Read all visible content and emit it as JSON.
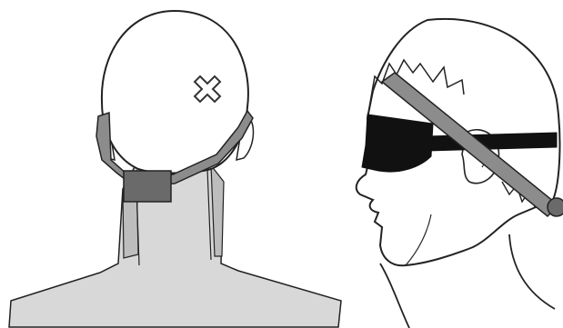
{
  "figure": {
    "panels": [
      {
        "id": "rear-view",
        "subject": "head-back"
      },
      {
        "id": "side-view",
        "subject": "head-profile"
      }
    ],
    "markers": [
      {
        "id": "x-mark",
        "shape": "cross",
        "panel": "rear-view"
      }
    ],
    "colors": {
      "background": "#ffffff",
      "outline": "#222222",
      "skin": "#ffffff",
      "neck_shading": "#d8d8d8",
      "neck_dark": "#bdbdbd",
      "device_box": "#6a6a6a",
      "strap": "#8c8c8c",
      "blindfold": "#111111"
    }
  }
}
